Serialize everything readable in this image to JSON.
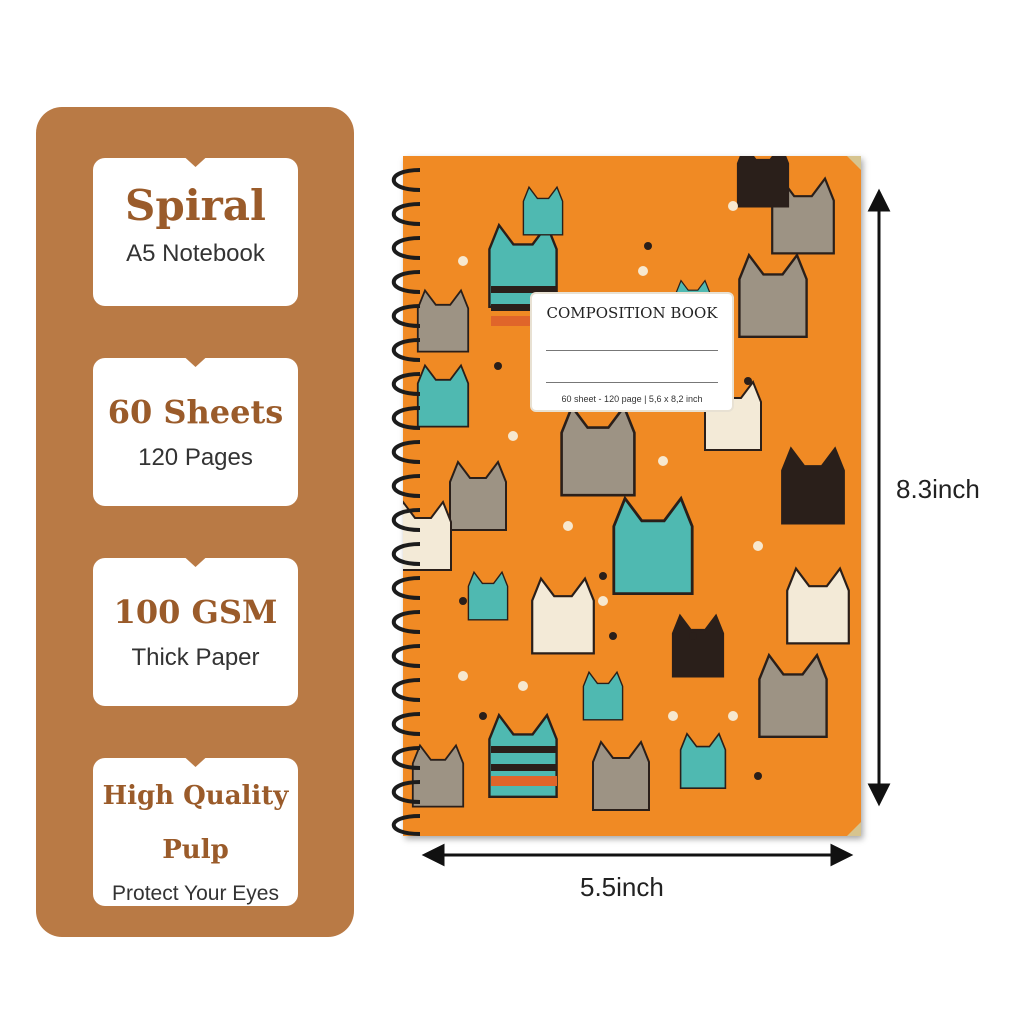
{
  "features": [
    {
      "title": "Spiral",
      "subtitle": "A5 Notebook"
    },
    {
      "title": "60 Sheets",
      "subtitle": "120 Pages"
    },
    {
      "title": "100 GSM",
      "subtitle": "Thick Paper"
    },
    {
      "title_line1": "High Quality",
      "title_line2": "Pulp",
      "subtitle": "Protect Your Eyes"
    }
  ],
  "cover": {
    "label_title": "COMPOSITION BOOK",
    "label_spec": "60 sheet - 120 page | 5,6 x 8,2 inch"
  },
  "dimensions": {
    "height": "8.3inch",
    "width": "5.5inch"
  },
  "colors": {
    "panel": "#b97a45",
    "cover": "#f08a24",
    "teal": "#4fb9b1",
    "gray": "#9d9384",
    "black": "#2a1f1a",
    "cream": "#f3ead7"
  }
}
